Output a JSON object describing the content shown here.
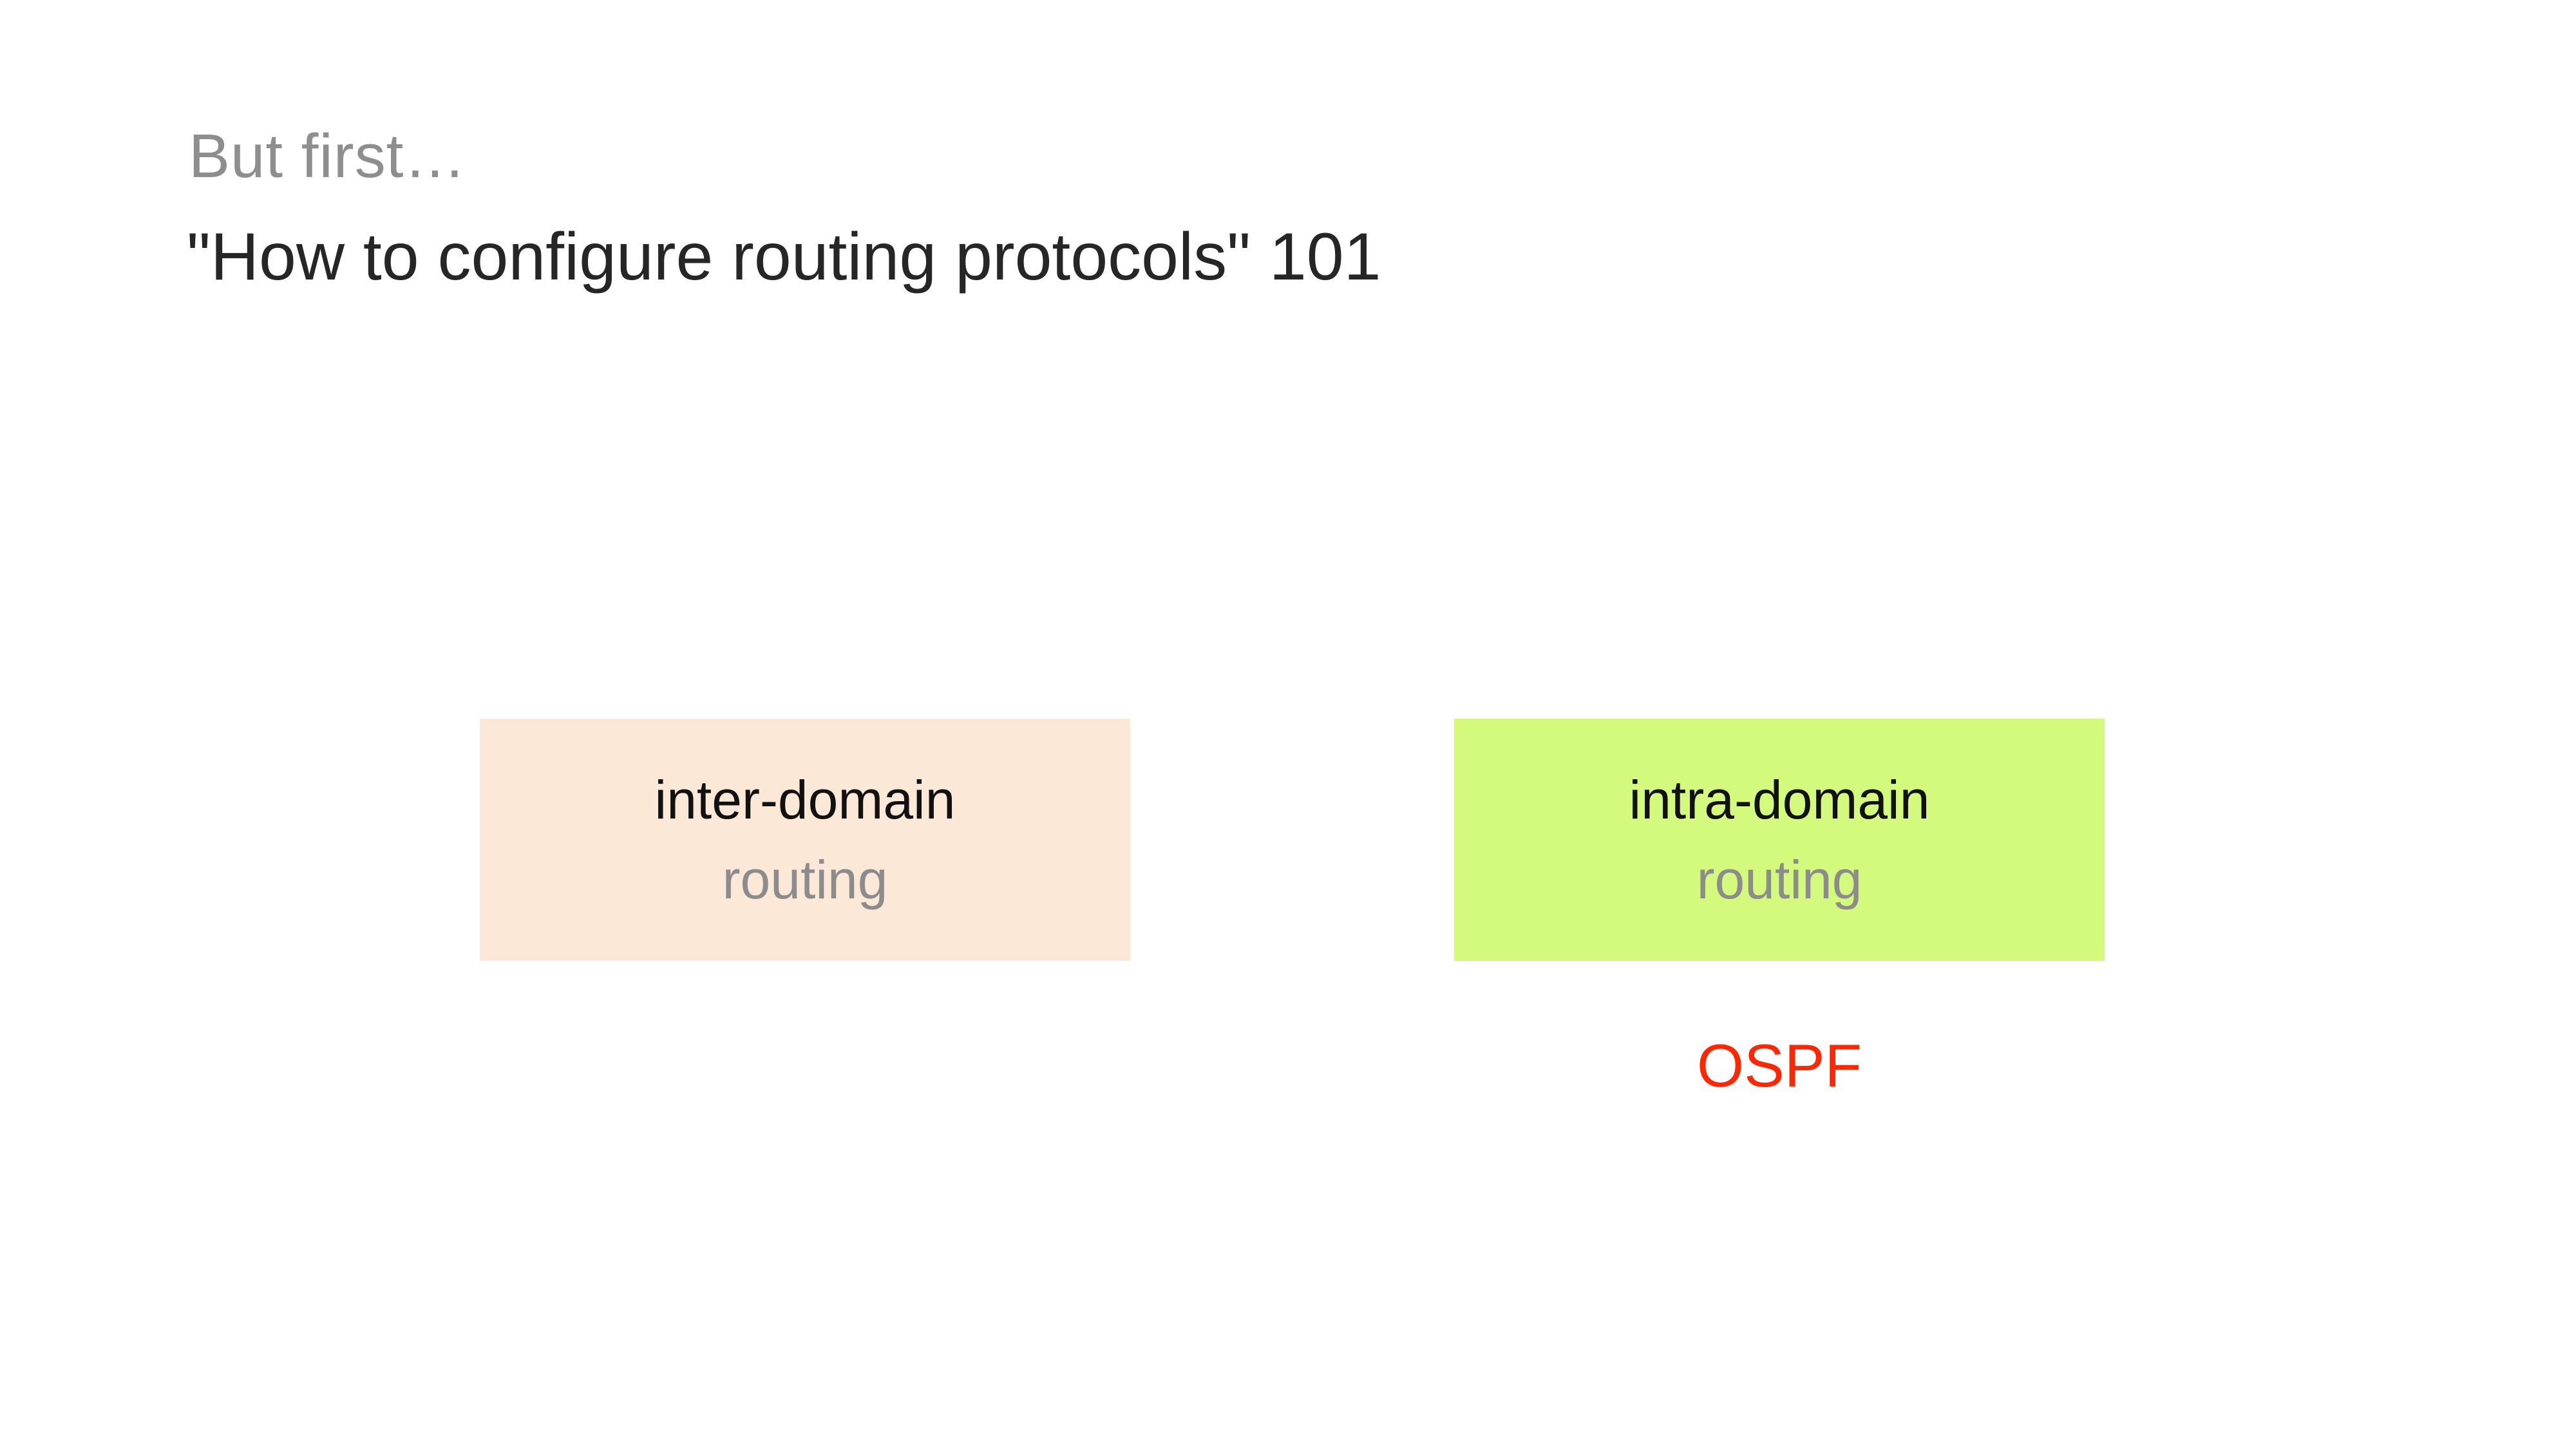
{
  "slide": {
    "kicker": "But first…",
    "title": "\"How to configure routing protocols\" 101",
    "boxes": [
      {
        "label": "inter-domain",
        "sublabel": "routing",
        "bg": "#fce8d7"
      },
      {
        "label": "intra-domain",
        "sublabel": "routing",
        "bg": "#d4fa7d"
      }
    ],
    "annotation": "OSPF",
    "colors": {
      "background": "#ffffff",
      "kicker_gray": "#8e8e8e",
      "title_dark": "#262626",
      "box_label_black": "#111111",
      "sublabel_gray": "#8c8c8c",
      "inter_domain_bg": "#fce8d7",
      "intra_domain_bg": "#d4fa7d",
      "annotation_red": "#ff2600"
    }
  }
}
